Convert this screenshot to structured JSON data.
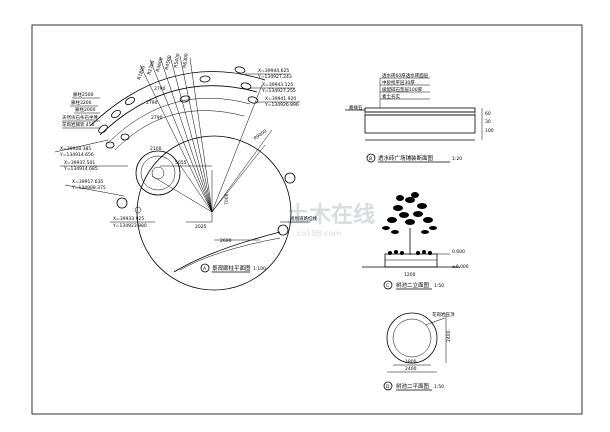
{
  "plan": {
    "title": "景观廊柱平面图",
    "scale": "1:100",
    "marker": "A",
    "coords": [
      {
        "x": "X=39944.625",
        "y": "Y=134927.243"
      },
      {
        "x": "X=39943.125",
        "y": "Y=134927.255"
      },
      {
        "x": "X=39941.920",
        "y": "Y=134926.896"
      },
      {
        "x": "X=39928.385",
        "y": "Y=134914.656"
      },
      {
        "x": "X=39937.501",
        "y": "Y=134914.685"
      },
      {
        "x": "X=39917.635",
        "y": "Y=134908.375"
      },
      {
        "x": "X=39933.925",
        "y": "Y=134923.980"
      }
    ],
    "dims": [
      "2790",
      "2790",
      "2790",
      "5055",
      "2100",
      "2025",
      "7000",
      "R9000",
      "2690"
    ],
    "left_labels": [
      "廊柱2500",
      "廊柱3200",
      "廊柱2000",
      "天然块石条石坐凳",
      "花岗岩铺装 450"
    ],
    "note": "规划道路红线",
    "tags": [
      "01",
      "02",
      "03"
    ],
    "radial_labels": [
      "R1800",
      "R2700",
      "R3600",
      "R4500",
      "R5400",
      "R6300"
    ]
  },
  "section_b": {
    "title": "树池二立面图",
    "scale": "1:50",
    "marker": "C",
    "levels": [
      "0.600",
      "±0.000"
    ],
    "dim": "1200"
  },
  "section_a": {
    "title": "透水砖广场铺装断面图",
    "scale": "1:20",
    "marker": "B",
    "layers": [
      "透水砖60厚透水砖面层",
      "中砂找平层30厚",
      "级配碎石垫层100厚",
      "素土夯实"
    ],
    "dims": [
      "60",
      "30",
      "100"
    ],
    "edge_label": "路缘石"
  },
  "tree_plan": {
    "title": "树池二平面图",
    "scale": "1:50",
    "marker": "D",
    "dims": [
      "1800",
      "2400"
    ],
    "side_dim": "2400",
    "note": "花岗岩压顶"
  },
  "watermark": {
    "main": "土木在线",
    "sub": "co188.com"
  }
}
